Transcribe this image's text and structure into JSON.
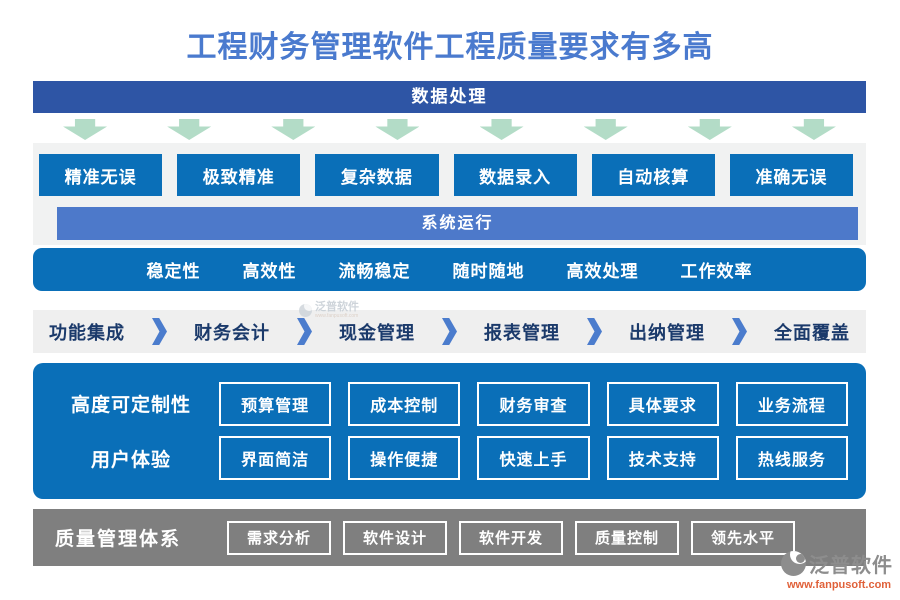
{
  "page": {
    "title": "工程财务管理软件工程质量要求有多高",
    "watermark_text": "泛普软件",
    "watermark_url": "www.fanpusoft.com"
  },
  "colors": {
    "title_blue": "#4a7ace",
    "banner_dark_blue": "#2e55a5",
    "banner_medium_blue": "#4d79ca",
    "primary_blue": "#0a6fb8",
    "arrow_green": "#b3dcc7",
    "strip_gray": "#f1f2f2",
    "process_strip_gray": "#efefef",
    "process_text_navy": "#1b3a6b",
    "chevron_blue": "#4b7ccd",
    "bottom_bar_gray": "#7f7f7f",
    "logo_gray": "#8d8d8d",
    "url_orange": "#e0613a"
  },
  "sections": {
    "data_processing": {
      "banner": "数据处理",
      "arrow_count": 8,
      "arrow_icon": "down-arrow-icon",
      "buttons": [
        "精准无误",
        "极致精准",
        "复杂数据",
        "数据录入",
        "自动核算",
        "准确无误"
      ]
    },
    "system_running": {
      "banner": "系统运行",
      "items": [
        "稳定性",
        "高效性",
        "流畅稳定",
        "随时随地",
        "高效处理",
        "工作效率"
      ]
    },
    "process_flow": {
      "separator_icon": "chevron-right-icon",
      "items": [
        "功能集成",
        "财务会计",
        "现金管理",
        "报表管理",
        "出纳管理",
        "全面覆盖"
      ]
    },
    "feature_panel": {
      "rows": [
        {
          "label": "高度可定制性",
          "items": [
            "预算管理",
            "成本控制",
            "财务审查",
            "具体要求",
            "业务流程"
          ]
        },
        {
          "label": "用户体验",
          "items": [
            "界面简洁",
            "操作便捷",
            "快速上手",
            "技术支持",
            "热线服务"
          ]
        }
      ]
    },
    "quality_system": {
      "label": "质量管理体系",
      "items": [
        "需求分析",
        "软件设计",
        "软件开发",
        "质量控制",
        "领先水平"
      ]
    }
  },
  "footer": {
    "logo_text": "泛普软件",
    "logo_url": "www.fanpusoft.com"
  }
}
